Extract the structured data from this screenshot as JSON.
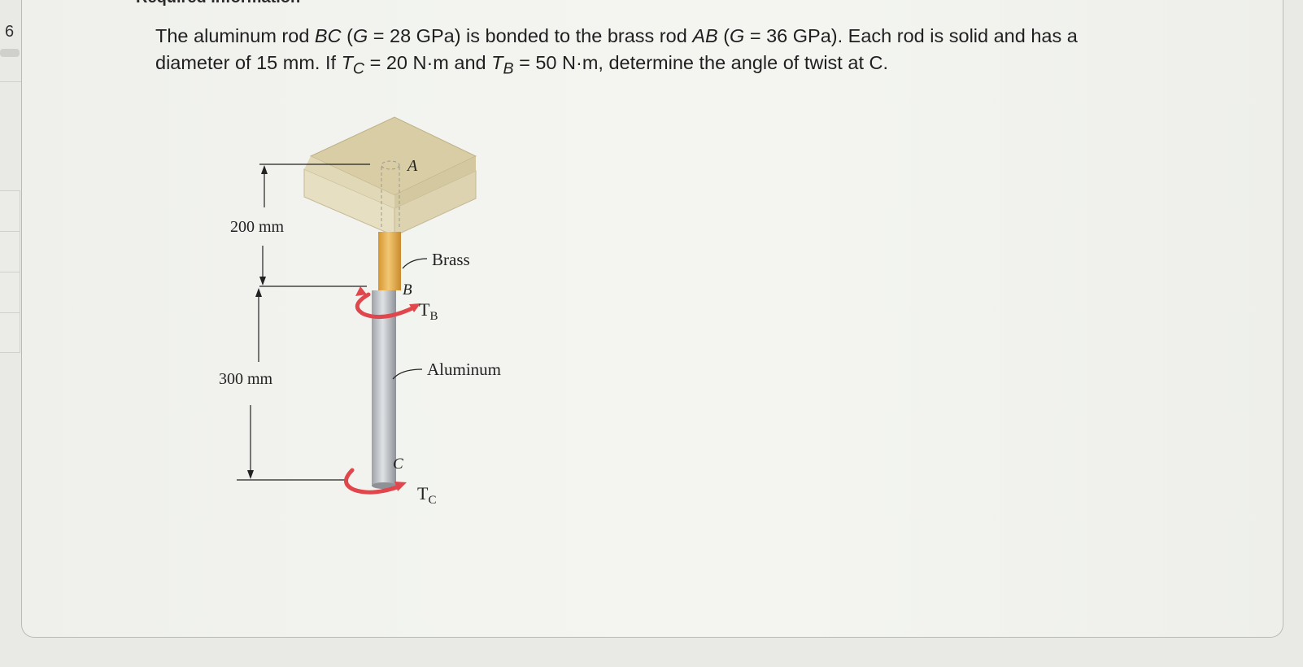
{
  "question": {
    "number": "6",
    "header_clipped": "Required information",
    "text_line1_a": "The aluminum rod ",
    "bc": "BC",
    "g1_open": " (",
    "g_sym": "G",
    "g1_val": " = 28 GPa) is bonded to the brass rod ",
    "ab": "AB",
    "g2_open": " (",
    "g2_val": " = 36 GPa). Each rod is solid and has a",
    "text_line2_a": "diameter of 15 mm. If ",
    "t": "T",
    "sub_c": "C",
    "tc_val": " = 20 N·m and ",
    "sub_b": "B",
    "tb_val": " = 50 N·m, determine the angle of twist at C."
  },
  "figure": {
    "label_A": "A",
    "label_B": "B",
    "label_C": "C",
    "label_brass": "Brass",
    "label_aluminum": "Aluminum",
    "label_TB": "T",
    "label_TB_sub": "B",
    "label_TC": "T",
    "label_TC_sub": "C",
    "dim_200": "200 mm",
    "dim_300": "300 mm",
    "colors": {
      "support_top": "#d9cda5",
      "support_side": "#e7dfc2",
      "brass": "#e7ad4d",
      "aluminum": "#b7bbc0",
      "torque_arrow": "#e0464b"
    }
  }
}
